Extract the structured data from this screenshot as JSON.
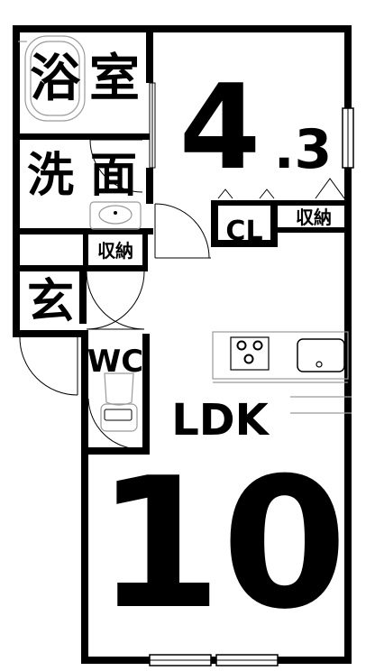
{
  "rooms": {
    "bath": {
      "label_1": "浴",
      "label_2": "室"
    },
    "wash": {
      "label_1": "洗",
      "label_2": "面"
    },
    "storage_small": {
      "label": "収納"
    },
    "entrance": {
      "label": "玄"
    },
    "toilet": {
      "label": "WC"
    },
    "bedroom": {
      "size_int": "4",
      "size_dec": ".3"
    },
    "closet": {
      "label": "CL"
    },
    "storage_bedroom": {
      "label": "収納"
    },
    "ldk": {
      "label": "LDK",
      "size": "10"
    }
  },
  "colors": {
    "wall": "#000000",
    "fixture_line": "#9a9a9a",
    "background": "#ffffff"
  }
}
